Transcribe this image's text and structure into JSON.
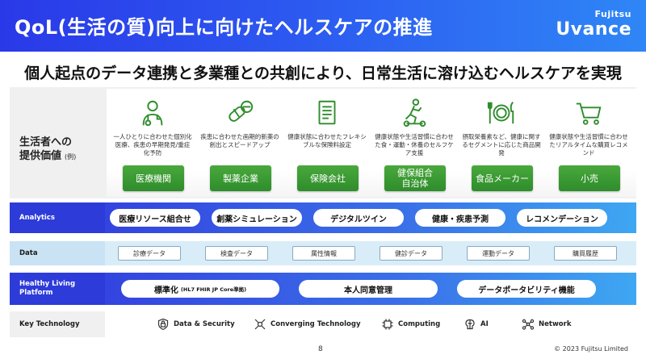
{
  "header": {
    "title": "QoL(生活の質)向上に向けたヘルスケアの推進",
    "logo_line1": "Fujitsu",
    "logo_line2": "Uvance"
  },
  "subtitle": "個人起点のデータ連携と多業種との共創により、日常生活に溶け込むヘルスケアを実現",
  "value_section": {
    "label_line1": "生活者への",
    "label_line2": "提供価値",
    "label_note": "(例)",
    "columns": [
      {
        "icon": "doctor-icon",
        "description": "一人ひとりに合わせた個別化医療、疾患の早期発見/重症化予防",
        "button": "医療機関"
      },
      {
        "icon": "pill-capsule-icon",
        "description": "疾患に合わせた画期的新薬の創出とスピードアップ",
        "button": "製薬企業"
      },
      {
        "icon": "document-icon",
        "description": "健康状態に合わせたフレキシブルな保険料設定",
        "button": "保険会社"
      },
      {
        "icon": "running-person-icon",
        "description": "健康状態や生活習慣に合わせた食・運動・休養のセルフケア支援",
        "button": "健保組合\n自治体"
      },
      {
        "icon": "fork-knife-icon",
        "description": "摂取栄養素など、健康に関するセグメントに応じた商品開発",
        "button": "食品メーカー"
      },
      {
        "icon": "shopping-cart-icon",
        "description": "健康状態や生活習慣に合わせたリアルタイムな購買レコメンド",
        "button": "小売"
      }
    ]
  },
  "analytics": {
    "label": "Analytics",
    "items": [
      "医療リソース組合せ",
      "創薬シミュレーション",
      "デジタルツイン",
      "健康・疾患予測",
      "レコメンデーション"
    ]
  },
  "data_layer": {
    "label": "Data",
    "items": [
      "診療データ",
      "検査データ",
      "属性情報",
      "健診データ",
      "運動データ",
      "購買履歴"
    ]
  },
  "platform": {
    "label_line1": "Healthy Living",
    "label_line2": "Platform",
    "items": [
      {
        "label": "標準化",
        "note": "(HL7 FHIR JP Core準拠)"
      },
      {
        "label": "本人同意管理",
        "note": ""
      },
      {
        "label": "データポータビリティ機能",
        "note": ""
      }
    ]
  },
  "key_technology": {
    "label": "Key Technology",
    "items": [
      {
        "icon": "shield-lock-icon",
        "label": "Data & Security"
      },
      {
        "icon": "converging-icon",
        "label": "Converging Technology"
      },
      {
        "icon": "chip-icon",
        "label": "Computing"
      },
      {
        "icon": "brain-icon",
        "label": "AI"
      },
      {
        "icon": "network-icon",
        "label": "Network"
      }
    ]
  },
  "footer": {
    "page_number": "8",
    "copyright": "© 2023 Fujitsu Limited"
  },
  "colors": {
    "header_gradient_start": "#2a39e8",
    "header_gradient_end": "#2f86f6",
    "green_button": "#3a9a33",
    "layer_blue": "#2d3bd9",
    "data_band": "#d9edf8"
  }
}
